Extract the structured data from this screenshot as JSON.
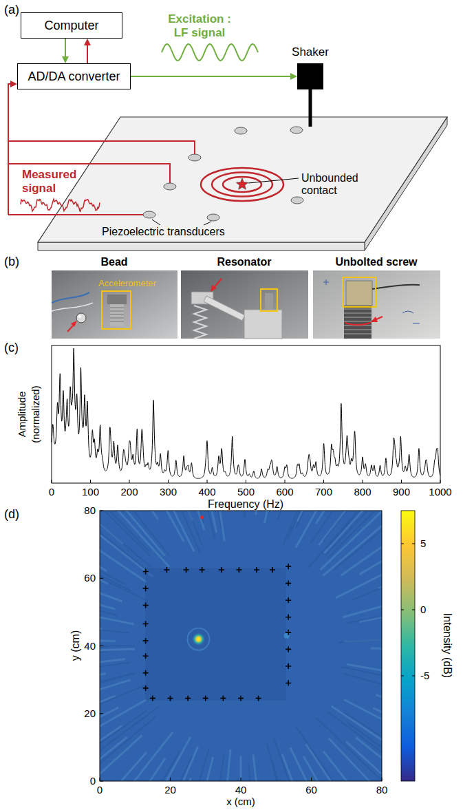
{
  "diagram": {
    "nodes": [
      {
        "text": [
          "Computer"
        ]
      },
      {
        "text": [
          "AD/DA converter"
        ]
      },
      {
        "text": [
          "Shaker"
        ]
      }
    ],
    "edges": [
      {
        "from": 0,
        "to": 1,
        "arrow": "to"
      },
      {
        "from": 1,
        "to": 0,
        "arrow": "to"
      },
      {
        "from": 1,
        "to": 2,
        "arrow": "to"
      }
    ],
    "labels": [
      "(a)",
      "Excitation : LF signal",
      "Measured signal",
      "Unbounded contact",
      "Piezoelectric transducers",
      "(b)",
      "Bead",
      "Resonator",
      "Unbolted screw",
      "Accelerometer",
      "(c)",
      "Amplitude",
      "(normalized)",
      "0",
      "100",
      "200",
      "300",
      "400",
      "500",
      "600",
      "700",
      "800",
      "900",
      "1000",
      "Frequency (Hz)",
      "(d)",
      "0",
      "20",
      "40",
      "60",
      "80",
      "y (cm)",
      "0",
      "20",
      "40",
      "60",
      "80",
      "x (cm)",
      "5",
      "0",
      "-5",
      "Intensity (dB)"
    ]
  }
}
